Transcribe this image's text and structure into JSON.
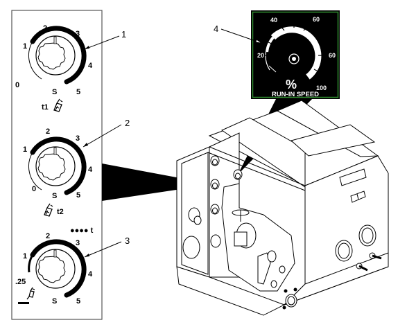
{
  "figure": {
    "title": "Wire feeder timer and run-in speed controls",
    "callouts": [
      "1",
      "2",
      "3",
      "4"
    ]
  },
  "panel": {
    "knobs": [
      {
        "callout": "1",
        "scale": [
          "0",
          "1",
          "2",
          "3",
          "4",
          "5"
        ],
        "start_label": "S",
        "function_label": "t1",
        "function_icon": "torch-trigger-icon"
      },
      {
        "callout": "2",
        "scale": [
          "0",
          "1",
          "2",
          "3",
          "4",
          "5"
        ],
        "start_label": "S",
        "function_label": "t2",
        "function_icon": "torch-release-icon"
      },
      {
        "callout": "3",
        "scale": [
          ".25",
          "1",
          "2",
          "3",
          "4",
          "5"
        ],
        "start_label": "S",
        "function_label": "●●●● t",
        "function_icon": "spot-weld-icon"
      }
    ]
  },
  "inset": {
    "callout": "4",
    "scale": [
      "20",
      "40",
      "60",
      "60",
      "100"
    ],
    "unit": "%",
    "caption": "RUN-IN SPEED",
    "border_color": "#2e8b2e"
  }
}
